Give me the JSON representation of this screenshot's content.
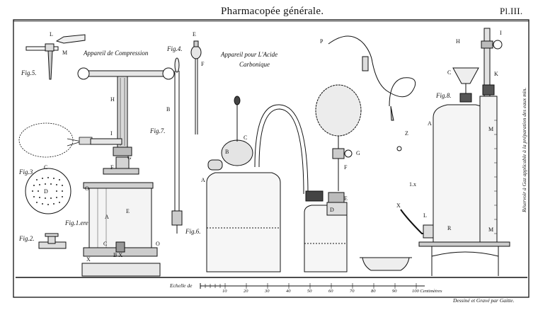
{
  "header": {
    "title": "Pharmacopée générale.",
    "plate_number": "Pl.III."
  },
  "captions": {
    "apparatus_compression": "Appareil de Compression",
    "apparatus_acid_line1": "Appareil pour L'Acide",
    "apparatus_acid_line2": "Carbonique",
    "vertical_caption": "Réservoir à Gaz applicable à la préparation des eaux min.",
    "fig1": "Fig.1.ere",
    "fig2": "Fig.2.",
    "fig3": "Fig.3.",
    "fig4": "Fig.4.",
    "fig5": "Fig.5.",
    "fig6": "Fig.6.",
    "fig7": "Fig.7.",
    "fig8": "Fig.8."
  },
  "scale": {
    "label": "Echelle de",
    "ticks": [
      "10",
      "20",
      "30",
      "40",
      "50",
      "60",
      "70",
      "80",
      "90",
      "100 Centimètres"
    ]
  },
  "credit": "Dessiné et Gravé par Gaitte.",
  "letters": {
    "L": "L",
    "M": "M",
    "H": "H",
    "I": "I",
    "G": "G",
    "F": "F",
    "C": "C",
    "D": "D",
    "O": "O",
    "A": "A",
    "E": "E",
    "B": "B",
    "X": "X",
    "K": "K",
    "P": "P",
    "Z": "Z",
    "R": "R",
    "BX": "B X",
    "onex": "1.x"
  }
}
